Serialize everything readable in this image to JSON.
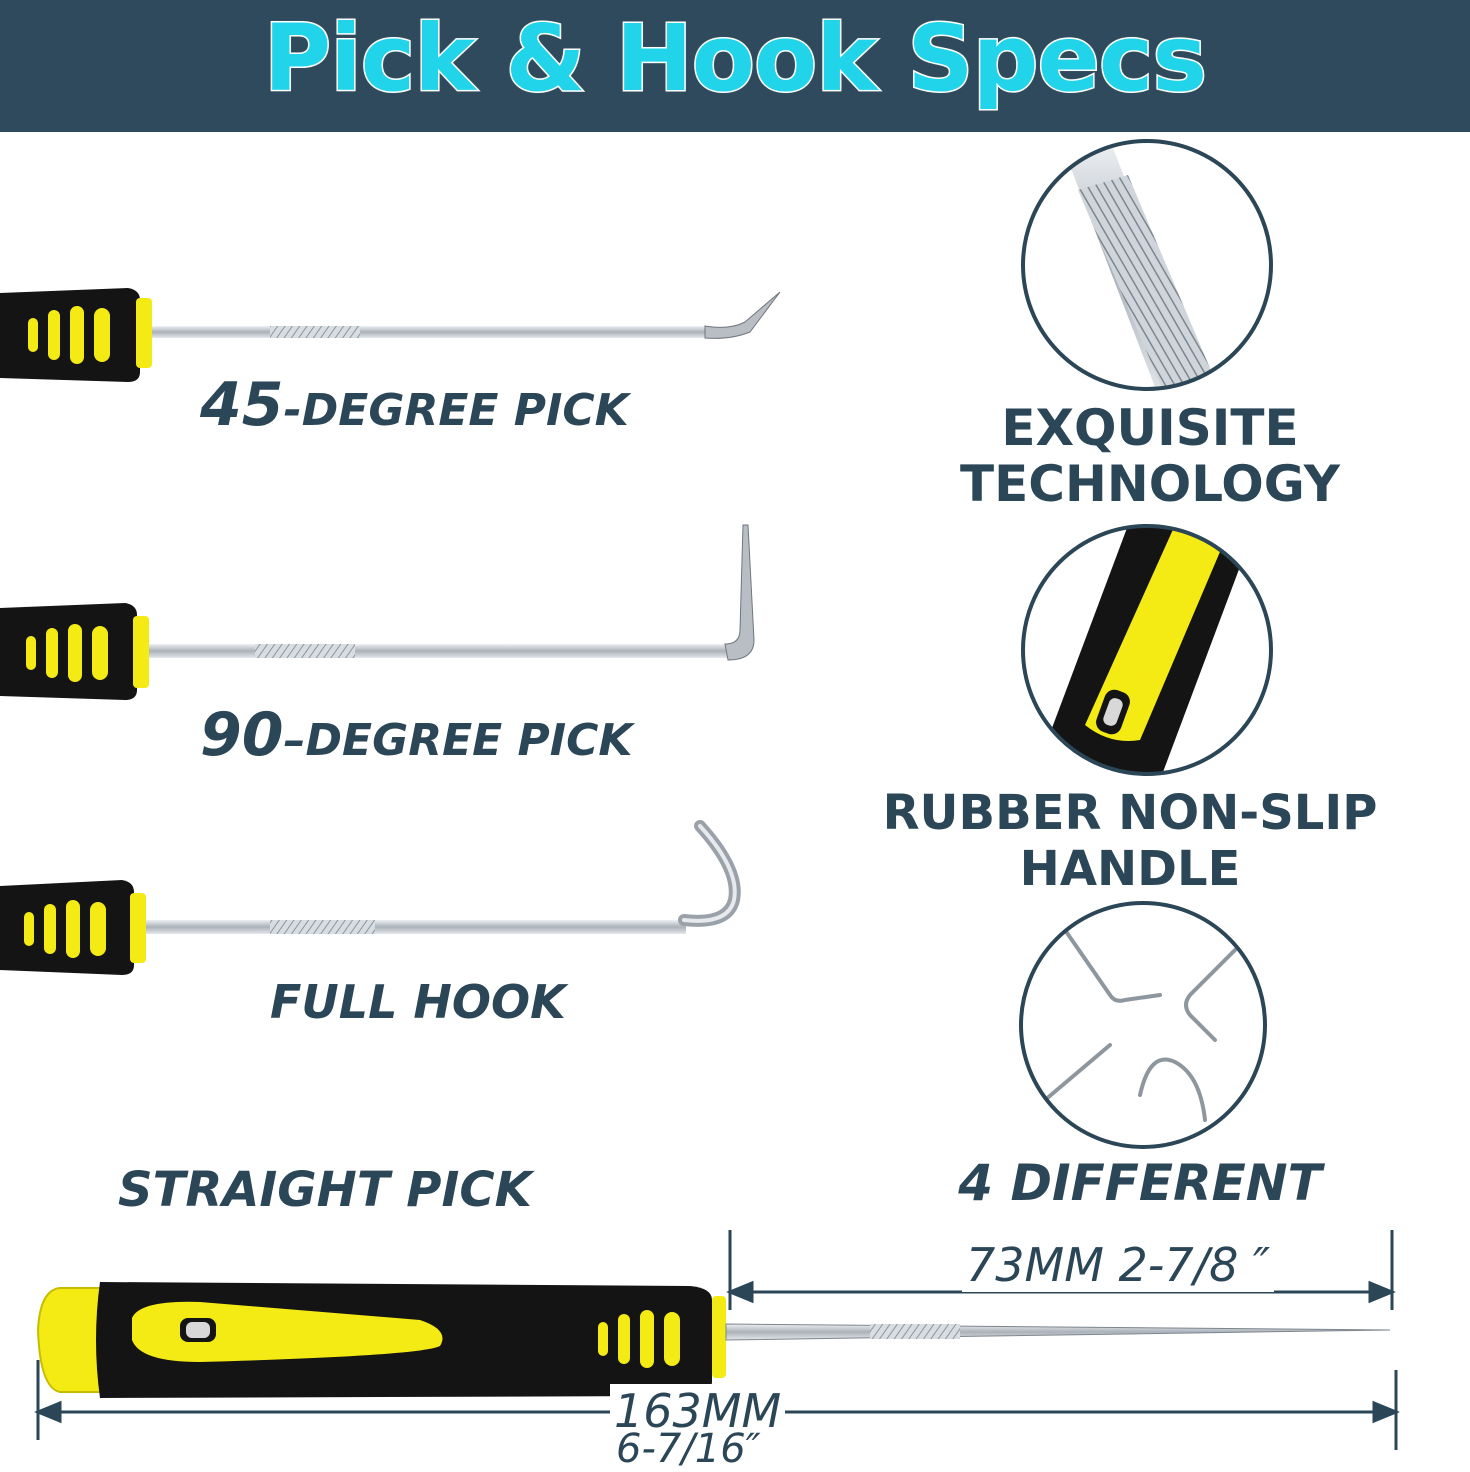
{
  "header": {
    "title": "Pick & Hook Specs"
  },
  "tools": {
    "pick45": {
      "number": "45",
      "label": "-DEGREE PICK"
    },
    "pick90": {
      "number": "90",
      "label": "–DEGREE PICK"
    },
    "full_hook": {
      "label": "FULL HOOK"
    },
    "straight_pick": {
      "label": "STRAIGHT PICK"
    }
  },
  "features": {
    "technology": {
      "line1": "EXQUISITE",
      "line2": "TECHNOLOGY"
    },
    "handle": {
      "line1": "RUBBER NON-SLIP",
      "line2": "HANDLE"
    },
    "variety": {
      "line1": "4 DIFFERENT"
    }
  },
  "dimensions": {
    "tip_length": "73MM 2-7/8 ″",
    "total_length_mm": "163MM",
    "total_length_in": "6-7/16″"
  },
  "colors": {
    "banner": "#2e4a5c",
    "title": "#22d4ea",
    "text": "#2b4657",
    "handle_black": "#141414",
    "handle_yellow": "#f4ea14",
    "steel": "#c8cdd2"
  }
}
